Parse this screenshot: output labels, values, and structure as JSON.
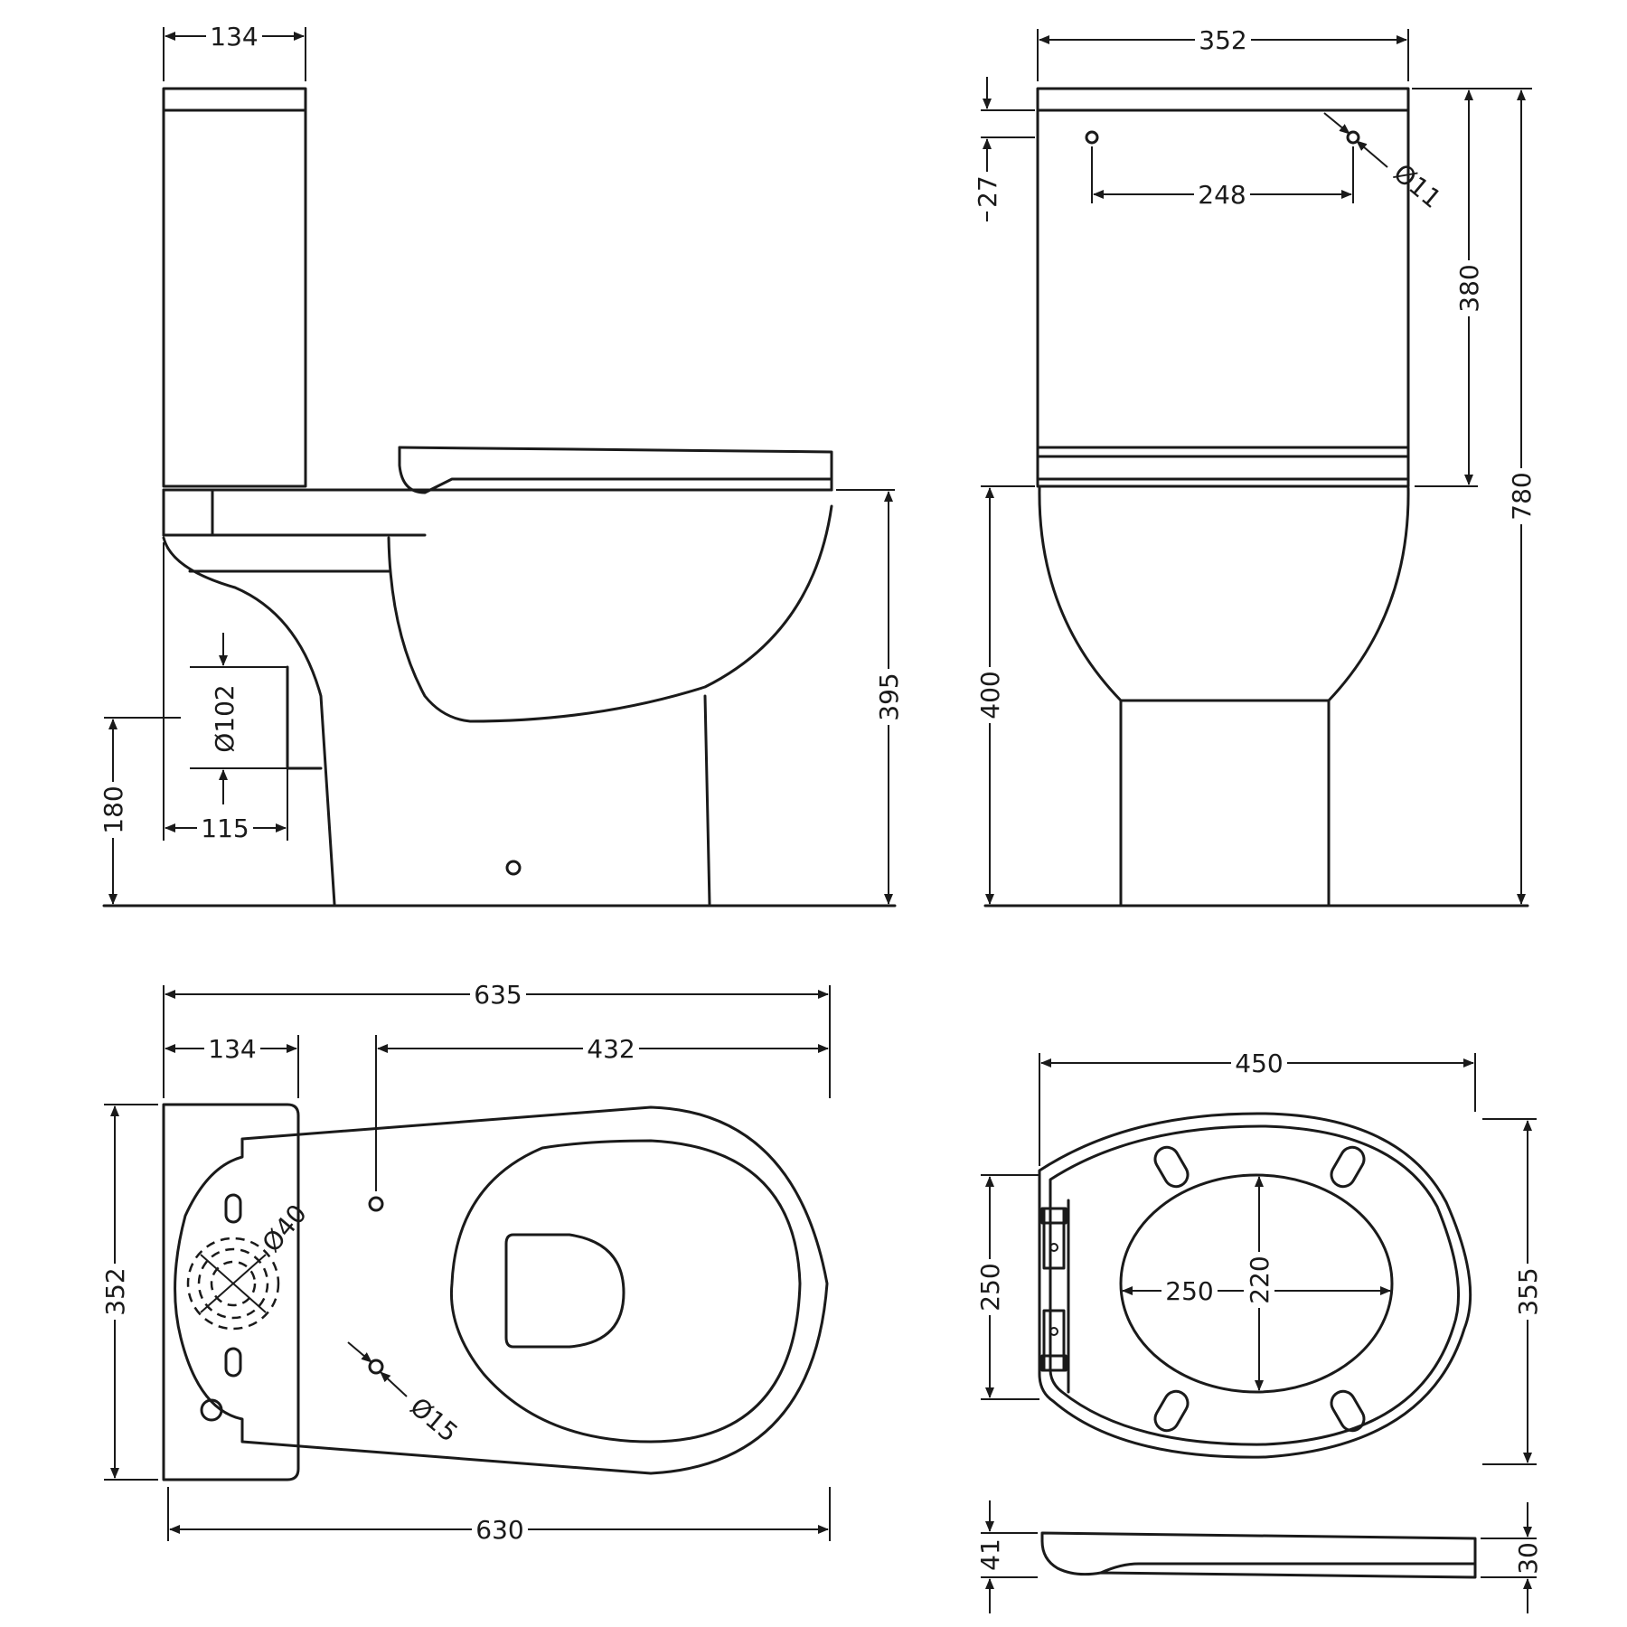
{
  "side_view": {
    "cistern_depth": "134",
    "outlet_diameter": "Ø102",
    "outlet_height": "180",
    "outlet_setback": "115",
    "pan_height": "395"
  },
  "front_view": {
    "cistern_width": "352",
    "hole_offset": "27",
    "hole_spacing": "248",
    "hole_diameter": "Ø11",
    "cistern_height": "380",
    "pan_height": "400",
    "total_height": "780"
  },
  "plan_view": {
    "total_length": "635",
    "cistern_depth": "134",
    "fixing_distance": "432",
    "width": "352",
    "inlet_diameter": "Ø40",
    "fixing_hole_diameter": "Ø15",
    "base_length": "630"
  },
  "seat_view": {
    "seat_width": "450",
    "hinge_spacing": "250",
    "opening_width": "250",
    "opening_depth": "220",
    "seat_length": "355",
    "seat_profile_thickness": "41",
    "seat_edge_thickness": "30"
  }
}
